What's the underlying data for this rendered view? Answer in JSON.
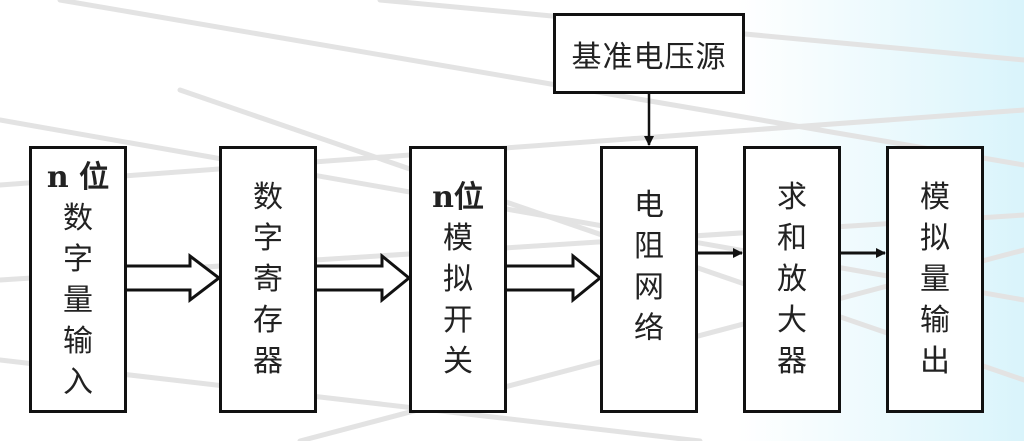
{
  "diagram": {
    "title": "DAC block diagram",
    "reference": {
      "label": "基准电压源"
    },
    "blocks": [
      {
        "id": "input",
        "lines": [
          "n 位",
          "数",
          "字",
          "量",
          "输",
          "入"
        ]
      },
      {
        "id": "register",
        "lines": [
          "数",
          "字",
          "寄",
          "存",
          "器"
        ]
      },
      {
        "id": "switch",
        "lines": [
          "n位",
          "模",
          "拟",
          "开",
          "关"
        ]
      },
      {
        "id": "network",
        "lines": [
          "电",
          "阻",
          "网",
          "络"
        ]
      },
      {
        "id": "amplifier",
        "lines": [
          "求",
          "和",
          "放",
          "大",
          "器"
        ]
      },
      {
        "id": "output",
        "lines": [
          "模",
          "拟",
          "量",
          "输",
          "出"
        ]
      }
    ],
    "connections": [
      {
        "from": "input",
        "to": "register",
        "type": "bus-arrow"
      },
      {
        "from": "register",
        "to": "switch",
        "type": "bus-arrow"
      },
      {
        "from": "switch",
        "to": "network",
        "type": "bus-arrow"
      },
      {
        "from": "reference",
        "to": "network",
        "type": "arrow"
      },
      {
        "from": "network",
        "to": "amplifier",
        "type": "arrow"
      },
      {
        "from": "amplifier",
        "to": "output",
        "type": "arrow"
      }
    ]
  },
  "colors": {
    "stroke": "#111111",
    "text": "#222222",
    "bg_accent": "#d9f4fb",
    "bg_lines": "#e2e2e2"
  }
}
